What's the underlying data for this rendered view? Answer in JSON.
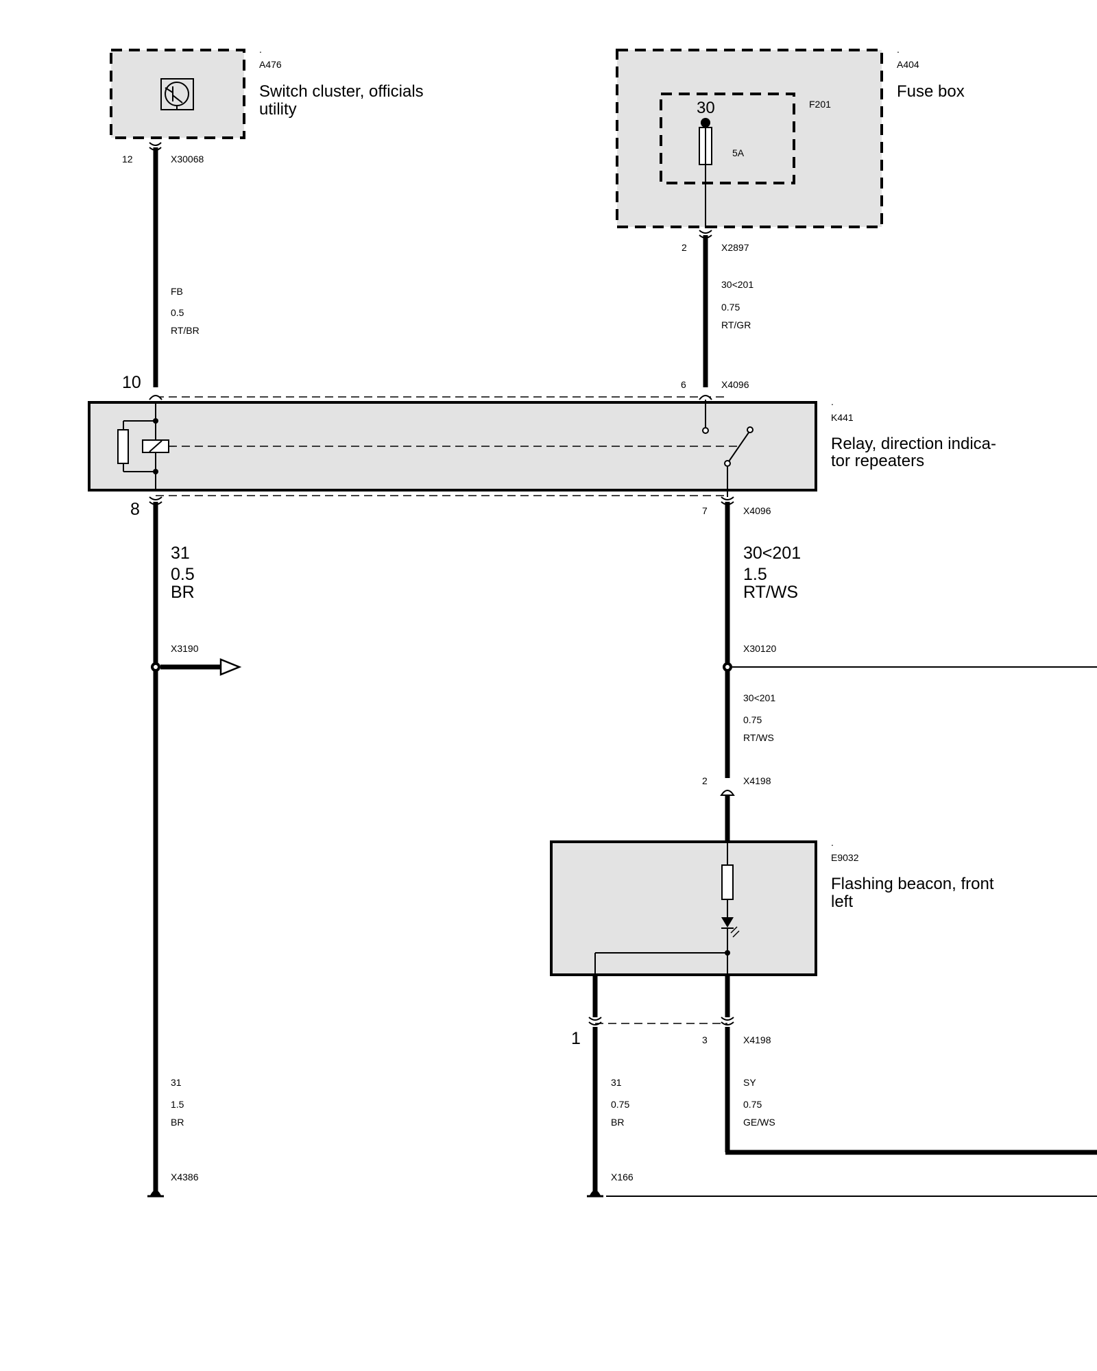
{
  "components": {
    "a476": {
      "dot": ".",
      "id": "A476",
      "name_line1": "Switch cluster, officials",
      "name_line2": "utility"
    },
    "a404": {
      "dot": ".",
      "id": "A404",
      "name_line1": "Fuse box"
    },
    "f201": {
      "id": "F201",
      "terminal": "30",
      "rating": "5A"
    },
    "k441": {
      "dot": ".",
      "id": "K441",
      "name_line1": "Relay, direction indica-",
      "name_line2": "tor repeaters"
    },
    "e9032": {
      "dot": ".",
      "id": "E9032",
      "name_line1": "Flashing beacon, front",
      "name_line2": "left"
    }
  },
  "connectors": {
    "x30068": {
      "id": "X30068",
      "pin": "12"
    },
    "x2897": {
      "id": "X2897",
      "pin": "2"
    },
    "x4096_top_left": {
      "pin": "10"
    },
    "x4096_top_right": {
      "id": "X4096",
      "pin": "6"
    },
    "x4096_bottom_left": {
      "pin": "8"
    },
    "x4096_bottom_right": {
      "id": "X4096",
      "pin": "7"
    },
    "x3190": {
      "id": "X3190"
    },
    "x30120": {
      "id": "X30120"
    },
    "x4198_top": {
      "id": "X4198",
      "pin": "2"
    },
    "x4198_bottom": {
      "id": "X4198",
      "pin_left": "1",
      "pin_right": "3"
    },
    "x4386": {
      "id": "X4386"
    },
    "x166": {
      "id": "X166"
    }
  },
  "wires": {
    "w1": {
      "signal": "FB",
      "size": "0.5",
      "color": "RT/BR"
    },
    "w2": {
      "signal": "30<201",
      "size": "0.75",
      "color": "RT/GR"
    },
    "w3": {
      "signal": "31",
      "size": "0.5",
      "color": "BR"
    },
    "w4": {
      "signal": "30<201",
      "size": "1.5",
      "color": "RT/WS"
    },
    "w5": {
      "signal": "30<201",
      "size": "0.75",
      "color": "RT/WS"
    },
    "w6": {
      "signal": "31",
      "size": "1.5",
      "color": "BR"
    },
    "w7": {
      "signal": "31",
      "size": "0.75",
      "color": "BR"
    },
    "w8": {
      "signal": "SY",
      "size": "0.75",
      "color": "GE/WS"
    }
  }
}
